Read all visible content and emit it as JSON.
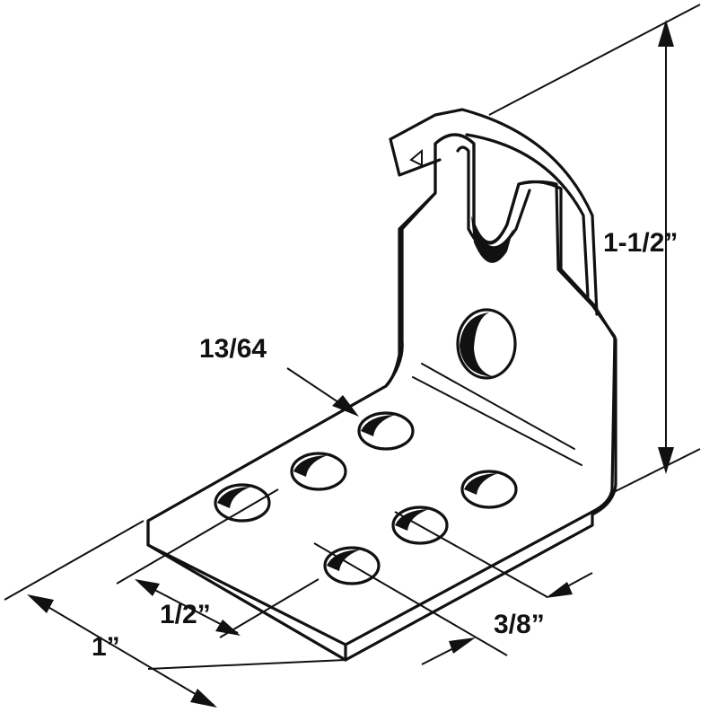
{
  "labels": {
    "height": "1-1/2”",
    "hole_dia": "13/64",
    "hole_spacing": "1/2”",
    "width": "1”",
    "edge_offset": "3/8”"
  },
  "colors": {
    "ink": "#111111",
    "paper": "#ffffff"
  }
}
